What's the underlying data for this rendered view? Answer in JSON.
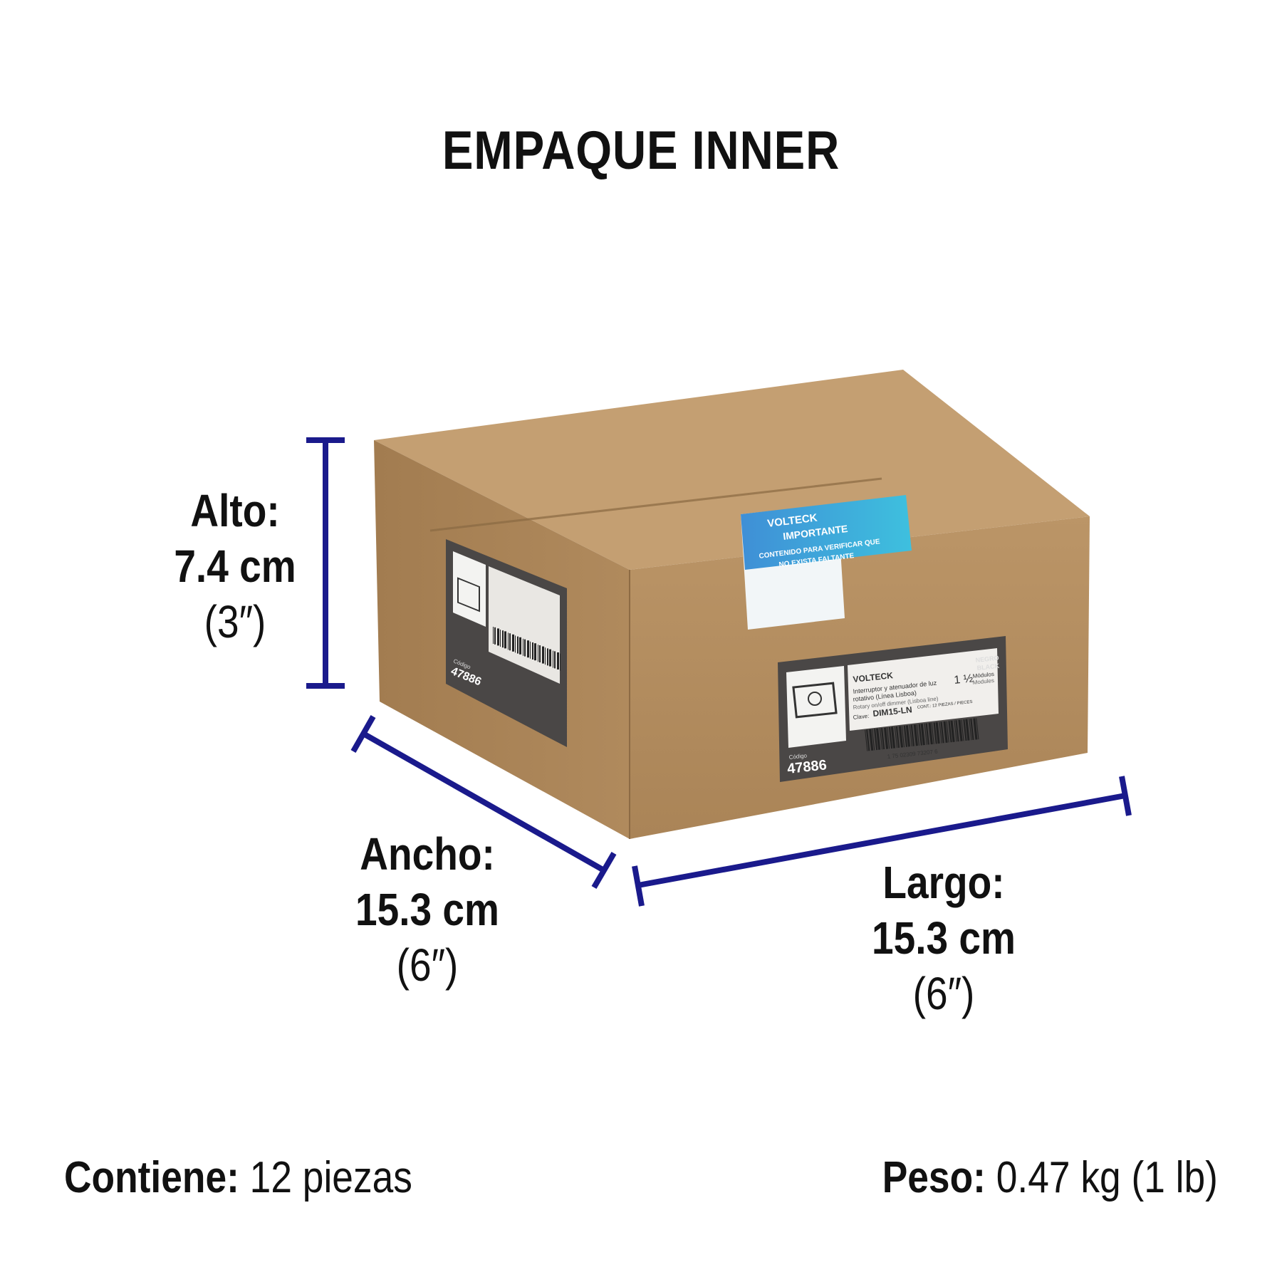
{
  "title": "EMPAQUE INNER",
  "dimensions": {
    "alto": {
      "label": "Alto:",
      "metric": "7.4 cm",
      "imperial": "(3″)"
    },
    "ancho": {
      "label": "Ancho:",
      "metric": "15.3 cm",
      "imperial": "(6″)"
    },
    "largo": {
      "label": "Largo:",
      "metric": "15.3 cm",
      "imperial": "(6″)"
    }
  },
  "footer": {
    "contents_label": "Contiene:",
    "contents_value": "12 piezas",
    "weight_label": "Peso:",
    "weight_value": "0.47 kg (1 lb)"
  },
  "box": {
    "label_front": {
      "brand": "VOLTECK",
      "description_es_1": "Interruptor y atenuador de luz",
      "description_es_2": "rotativo (Línea Lisboa)",
      "description_en": "Rotary on/off dimmer (Lisboa line)",
      "modules_value": "1 ½",
      "modules_es": "Módulos",
      "modules_en": "Modules",
      "color_es": "NEGRO",
      "color_en": "BLACK",
      "clave_label": "Clave:",
      "clave_value": "DIM15-LN",
      "cont": "CONT.: 12 PIEZAS / PIECES",
      "barcode_number": "1 75 02309 73207 6",
      "codigo_label": "Código",
      "codigo_value": "47886"
    },
    "label_side": {
      "codigo_label": "Código",
      "codigo_value": "47886"
    },
    "seal": {
      "brand": "VOLTECK",
      "heading": "IMPORTANTE",
      "line1": "CONTENIDO PARA VERIFICAR QUE",
      "line2": "NO EXISTA FALTANTE"
    }
  },
  "colors": {
    "measure_lines": "#1a1a8c",
    "cardboard_front": "#b48e62",
    "cardboard_top": "#c29d70",
    "cardboard_side": "#a98458",
    "seal_blue": "#3ea6dc"
  }
}
